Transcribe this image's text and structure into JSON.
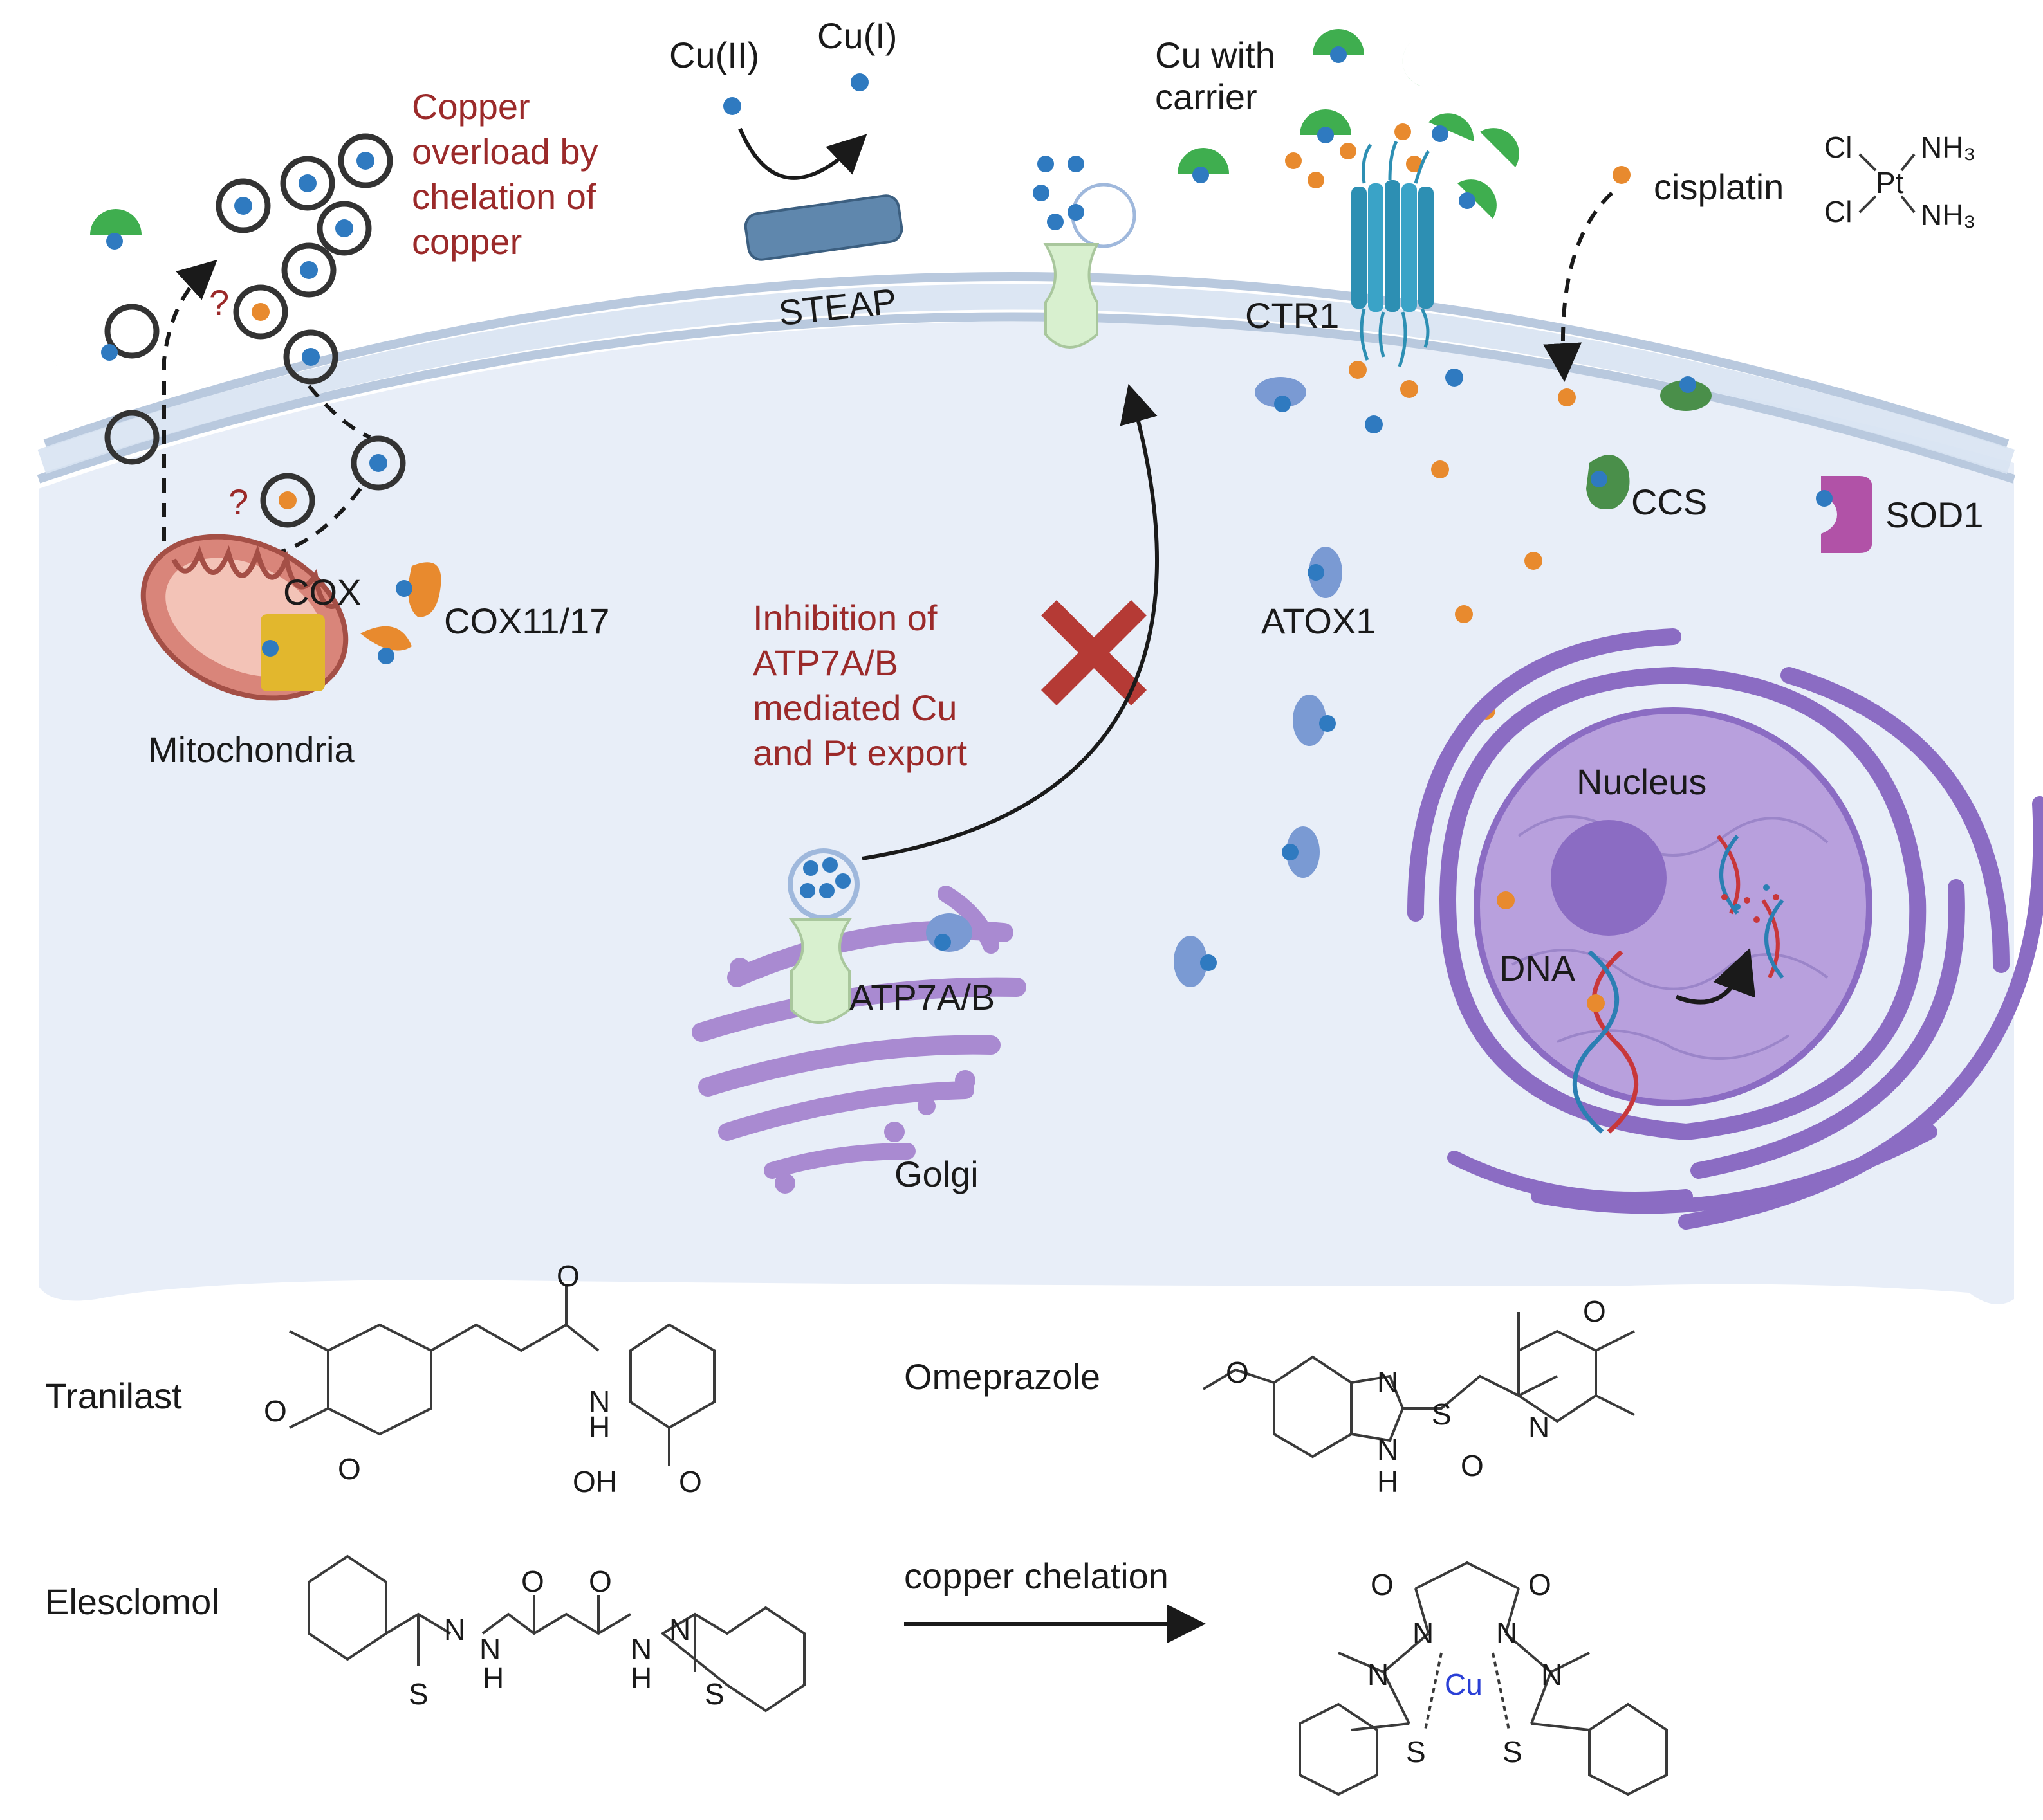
{
  "colors": {
    "cell_fill": "#e8eef8",
    "membrane": "#b7c7dc",
    "copper_ion": "#2f7ac0",
    "cisplatin": "#e88a2e",
    "carrier": "#3fae4f",
    "red_text": "#9b2a2a",
    "golgi": "#a98ad1",
    "nucleus": "#8b6cc3"
  },
  "labels": {
    "cu2": "Cu(II)",
    "cu1": "Cu(I)",
    "steap": "STEAP",
    "cu_carrier_1": "Cu with",
    "cu_carrier_2": "carrier",
    "ctr1": "CTR1",
    "cisplatin": "cisplatin",
    "ccs": "CCS",
    "sod1": "SOD1",
    "atox1": "ATOX1",
    "cox": "COX",
    "cox1117": "COX11/17",
    "mitochondria": "Mitochondria",
    "nucleus": "Nucleus",
    "dna": "DNA",
    "atp7ab": "ATP7A/B",
    "golgi": "Golgi",
    "question": "?"
  },
  "red_notes": {
    "overload": [
      "Copper",
      "overload by",
      "chelation of",
      "copper"
    ],
    "inhibition": [
      "Inhibition of",
      "ATP7A/B",
      "mediated Cu",
      "and Pt export"
    ]
  },
  "cisplatin_structure": {
    "cl_top": "Cl",
    "cl_bottom": "Cl",
    "pt": "Pt",
    "nh3_top": "NH₃",
    "nh3_bottom": "NH₃"
  },
  "compounds": {
    "tranilast": "Tranilast",
    "omeprazole": "Omeprazole",
    "elesclomol": "Elesclomol",
    "reaction": "copper chelation"
  },
  "atoms": {
    "o": "O",
    "n": "N",
    "h": "H",
    "oh": "OH",
    "s": "S",
    "cu": "Cu"
  }
}
